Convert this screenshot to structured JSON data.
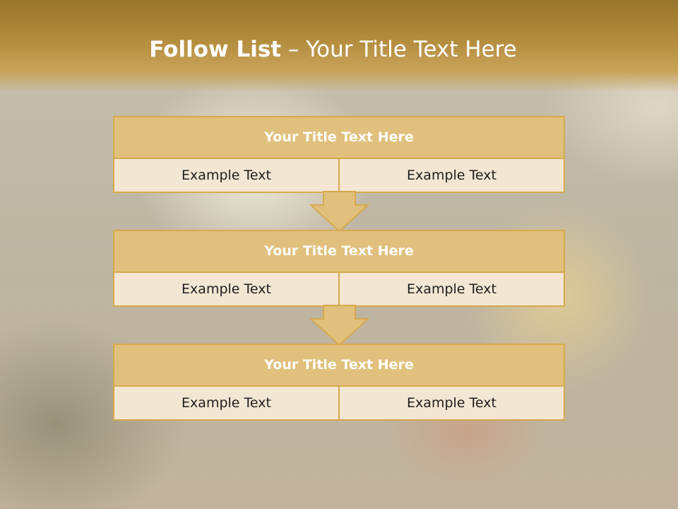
{
  "header": {
    "title_bold": "Follow List",
    "title_rest": "– Your Title Text Here"
  },
  "blocks": [
    {
      "title": "Your Title Text Here",
      "cells": [
        "Example Text",
        "Example Text"
      ]
    },
    {
      "title": "Your Title Text Here",
      "cells": [
        "Example Text",
        "Example Text"
      ]
    },
    {
      "title": "Your Title Text Here",
      "cells": [
        "Example Text",
        "Example Text"
      ]
    }
  ],
  "colors": {
    "header_gold": "#b48d3e",
    "block_title_fill": "#e0c07c",
    "block_cell_fill": "#f3e6d2",
    "border": "#d6a94d"
  }
}
